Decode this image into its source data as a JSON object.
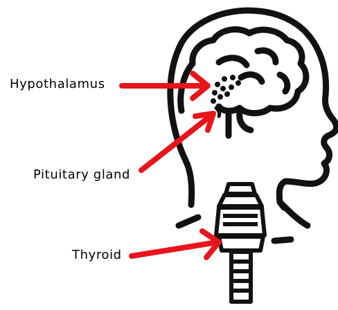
{
  "labels": {
    "hypothalamus": "Hypothalamus",
    "pituitary": "Pituitary gland",
    "thyroid": "Thyroid"
  },
  "colors": {
    "outline": "#111111",
    "arrow": "#e8141b",
    "background": "#ffffff"
  }
}
